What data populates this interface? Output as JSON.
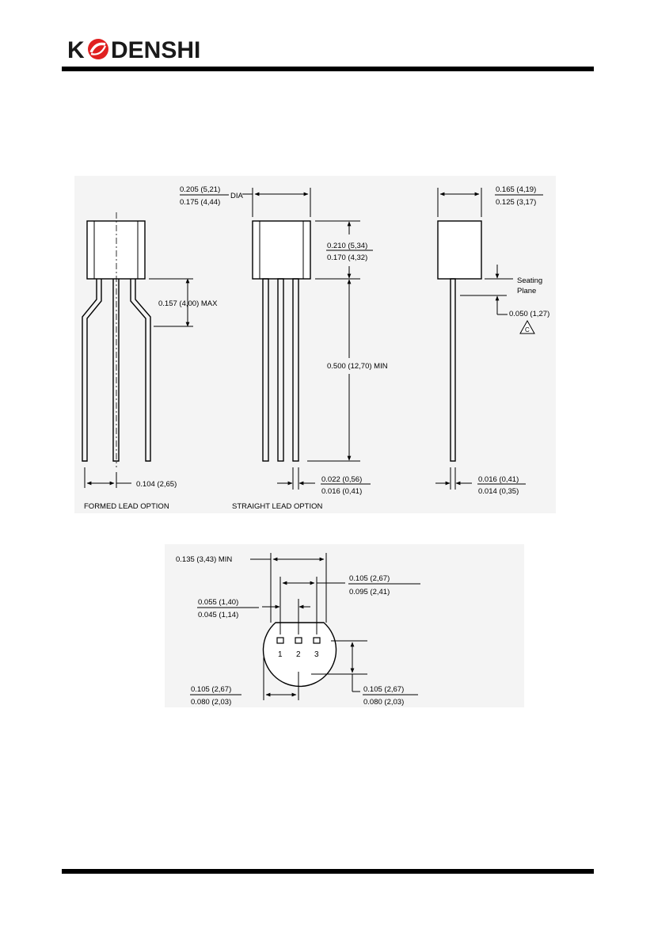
{
  "header": {
    "brand_prefix": "K",
    "brand_suffix": "DENSHI",
    "brand_colors": {
      "text": "#1a1a1a",
      "mark": "#e02020"
    }
  },
  "view_formed": {
    "caption": "FORMED LEAD OPTION",
    "dim_formed_height": "0.157 (4,00) MAX",
    "dim_lead_pitch": "0.104 (2,65)"
  },
  "view_straight": {
    "caption": "STRAIGHT LEAD OPTION",
    "dia_max": "0.205 (5,21)",
    "dia_min": "0.175 (4,44)",
    "dia_label": "DIA",
    "body_height_max": "0.210 (5,34)",
    "body_height_min": "0.170 (4,32)",
    "lead_length": "0.500 (12,70) MIN",
    "lead_width_max": "0.022 (0,56)",
    "lead_width_min": "0.016 (0,41)"
  },
  "view_side": {
    "thickness_max": "0.165 (4,19)",
    "thickness_min": "0.125 (3,17)",
    "seating_line1": "Seating",
    "seating_line2": "Plane",
    "seating_dim": "0.050 (1,27)",
    "note_symbol": "C",
    "lead_thick_max": "0.016 (0,41)",
    "lead_thick_min": "0.014 (0,35)"
  },
  "view_bottom": {
    "pin_row_width": "0.135 (3,43) MIN",
    "pin_pitch_max": "0.105 (2,67)",
    "pin_pitch_min": "0.095 (2,41)",
    "pad_max": "0.055 (1,40)",
    "pad_min": "0.045 (1,14)",
    "offset_left_max": "0.105 (2,67)",
    "offset_left_min": "0.080 (2,03)",
    "offset_right_max": "0.105 (2,67)",
    "offset_right_min": "0.080 (2,03)",
    "pins": [
      "1",
      "2",
      "3"
    ]
  }
}
